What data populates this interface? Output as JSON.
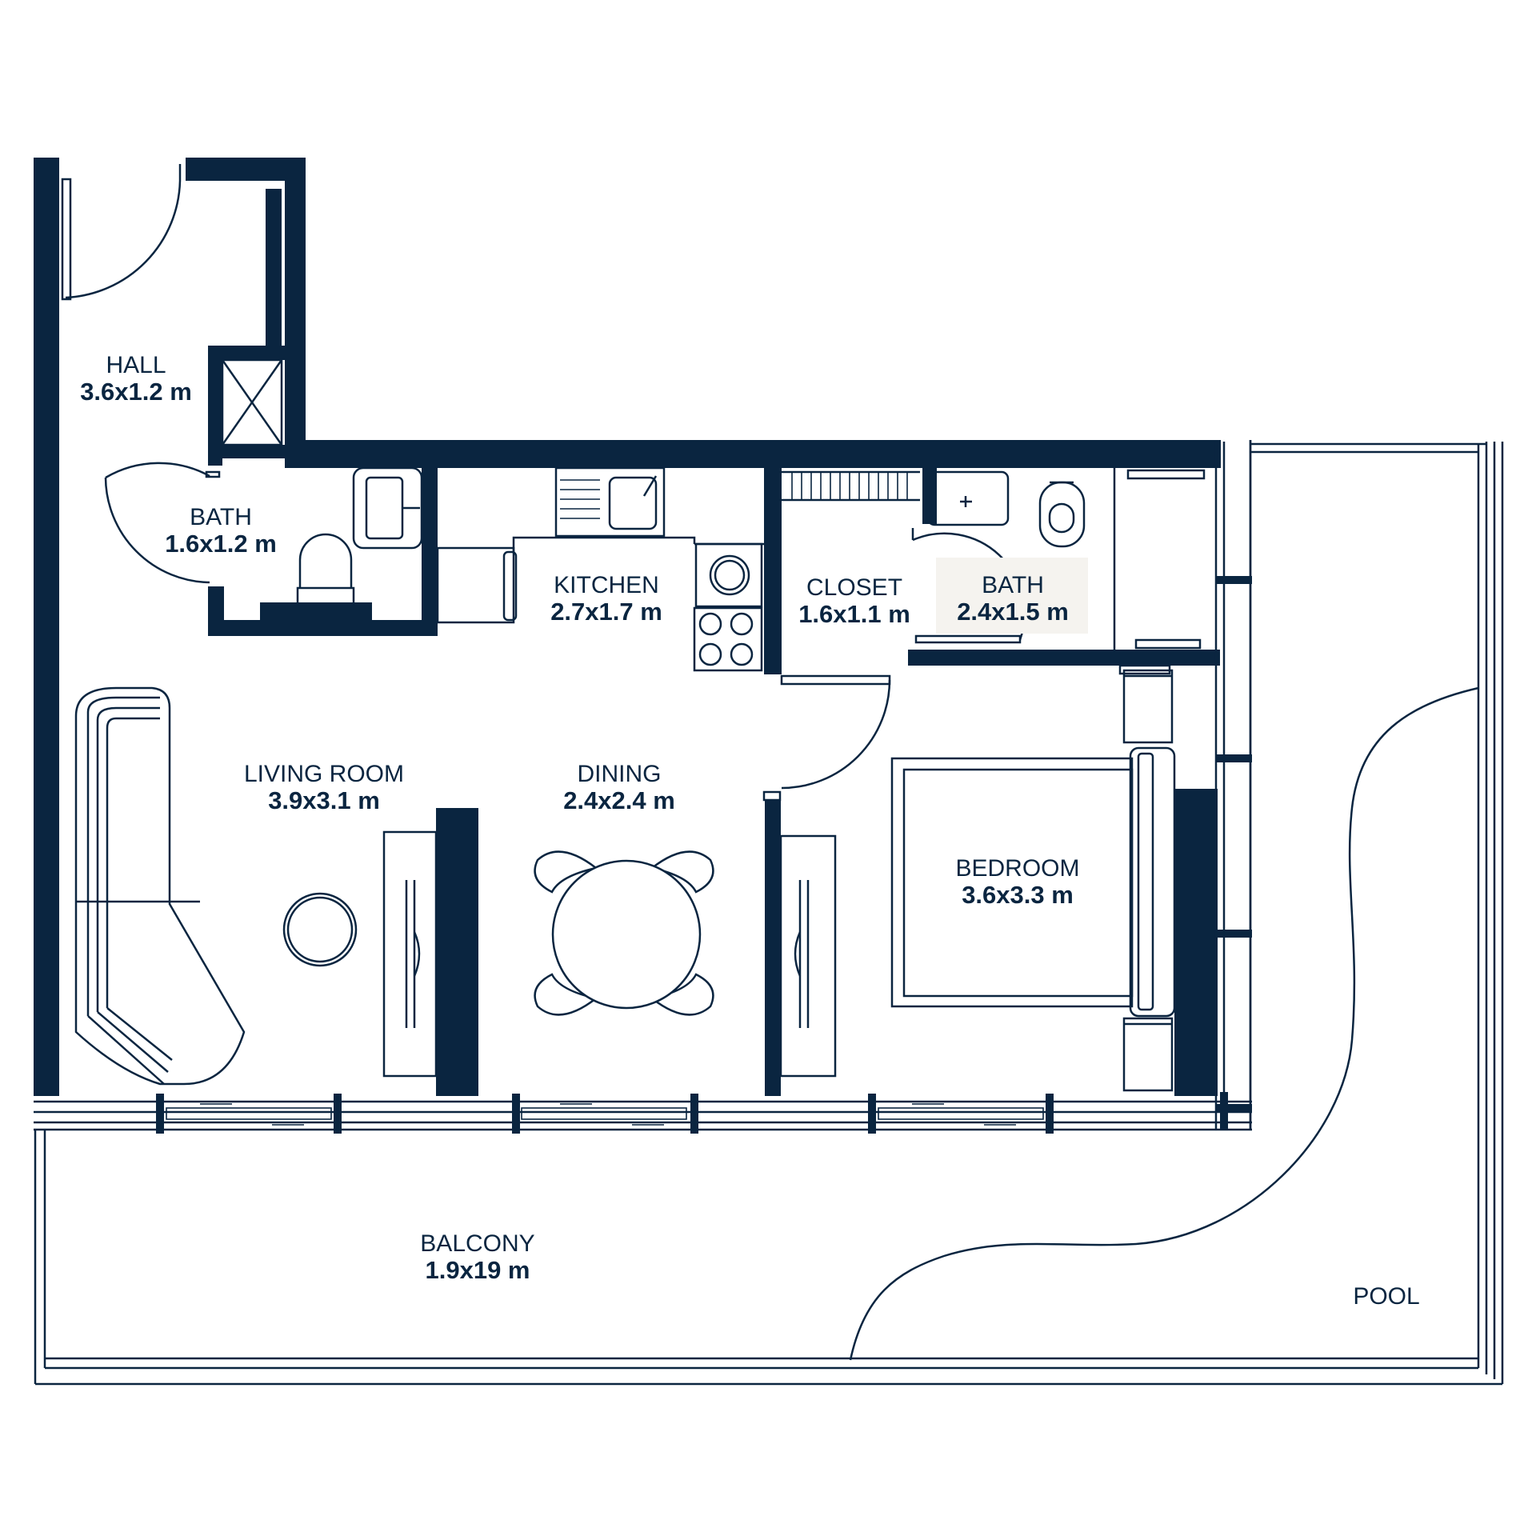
{
  "colors": {
    "ink": "#0a2540",
    "paper": "#ffffff",
    "highlight": "#f5f3ef"
  },
  "rooms": {
    "hall": {
      "name": "HALL",
      "size": "3.6x1.2 m"
    },
    "bath1": {
      "name": "BATH",
      "size": "1.6x1.2 m"
    },
    "kitchen": {
      "name": "KITCHEN",
      "size": "2.7x1.7 m"
    },
    "closet": {
      "name": "CLOSET",
      "size": "1.6x1.1 m"
    },
    "bath2": {
      "name": "BATH",
      "size": "2.4x1.5 m"
    },
    "living": {
      "name": "LIVING ROOM",
      "size": "3.9x3.1 m"
    },
    "dining": {
      "name": "DINING",
      "size": "2.4x2.4 m"
    },
    "bedroom": {
      "name": "BEDROOM",
      "size": "3.6x3.3 m"
    },
    "balcony": {
      "name": "BALCONY",
      "size": "1.9x19 m"
    },
    "pool": {
      "name": "POOL"
    }
  },
  "icons": [
    "door-swing-icon",
    "sink-icon",
    "toilet-icon",
    "stove-icon",
    "washer-icon",
    "sofa-icon",
    "dining-table-icon",
    "bed-icon",
    "sliding-door-icon"
  ]
}
